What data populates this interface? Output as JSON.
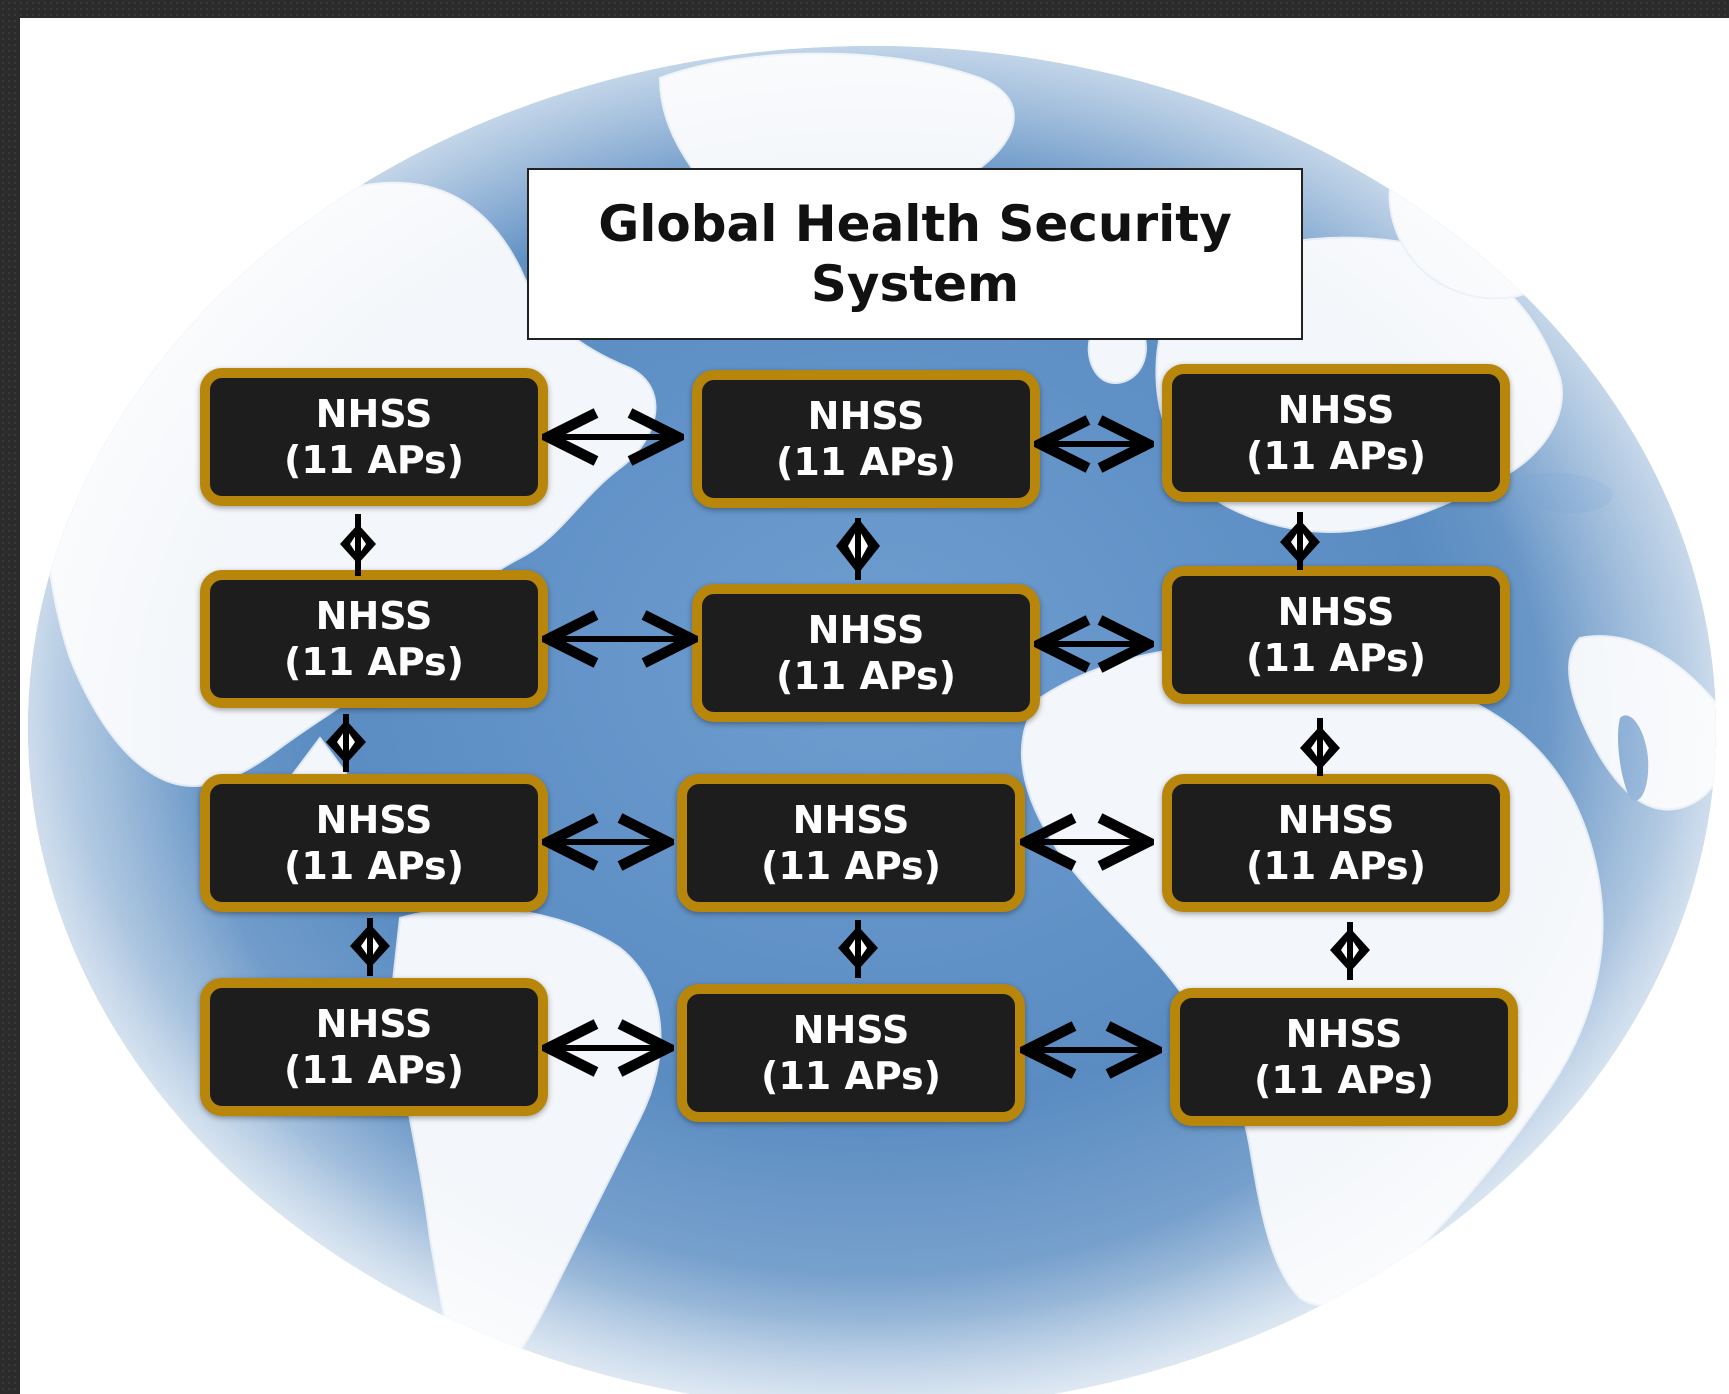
{
  "title": {
    "line1": "Global Health Security",
    "line2": "System"
  },
  "nodes": [
    {
      "name": "NHSS",
      "detail": "(11 APs)"
    },
    {
      "name": "NHSS",
      "detail": "(11 APs)"
    },
    {
      "name": "NHSS",
      "detail": "(11 APs)"
    },
    {
      "name": "NHSS",
      "detail": "(11 APs)"
    },
    {
      "name": "NHSS",
      "detail": "(11 APs)"
    },
    {
      "name": "NHSS",
      "detail": "(11 APs)"
    },
    {
      "name": "NHSS",
      "detail": "(11 APs)"
    },
    {
      "name": "NHSS",
      "detail": "(11 APs)"
    },
    {
      "name": "NHSS",
      "detail": "(11 APs)"
    },
    {
      "name": "NHSS",
      "detail": "(11 APs)"
    },
    {
      "name": "NHSS",
      "detail": "(11 APs)"
    },
    {
      "name": "NHSS",
      "detail": "(11 APs)"
    }
  ],
  "colors": {
    "node_fill": "#1d1d1d",
    "node_border": "#b8860b",
    "ocean": "#5a8cc2",
    "land": "#f4f7fb",
    "arrow": "#000000"
  },
  "background_icon": "world-globe-map"
}
